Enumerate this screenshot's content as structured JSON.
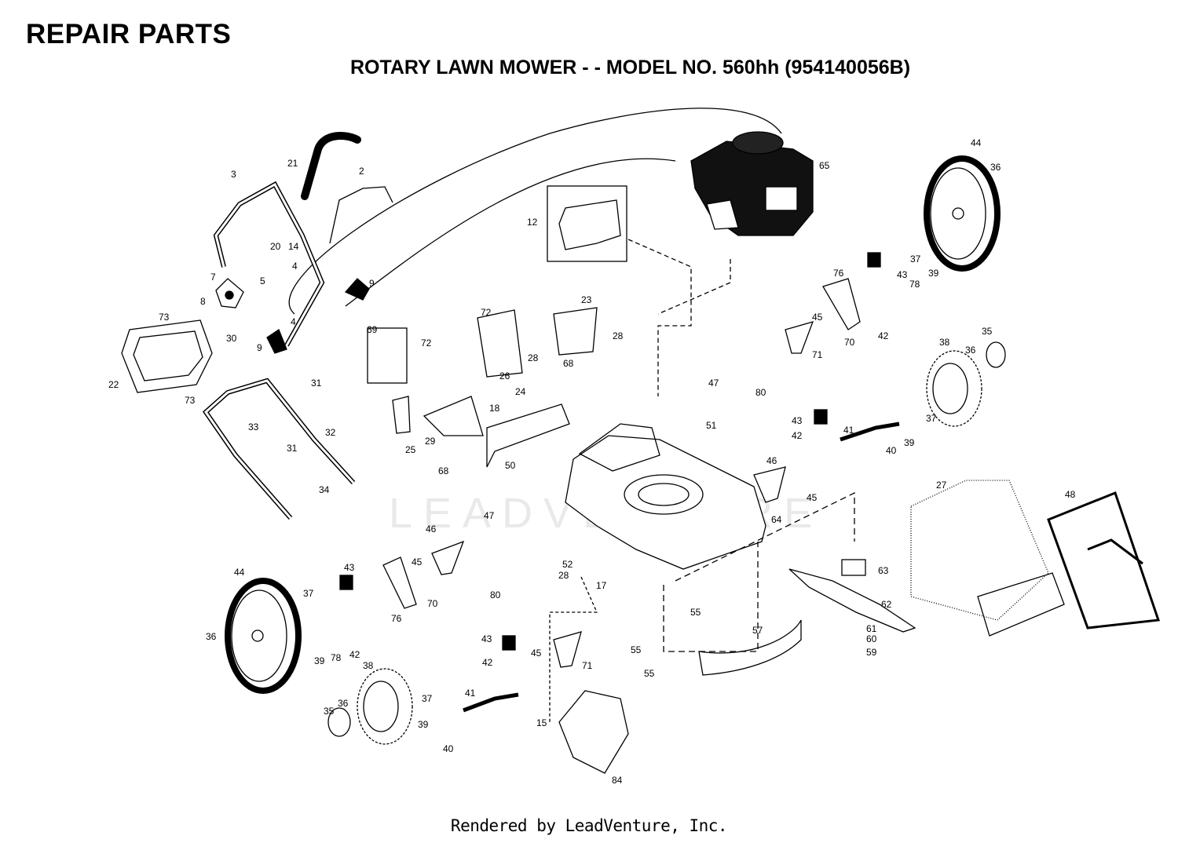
{
  "header": {
    "title": "REPAIR PARTS",
    "subtitle": "ROTARY LAWN MOWER - - MODEL NO. 560hh (954140056B)"
  },
  "watermark": "LEADVENTURE",
  "footer": "Rendered by LeadVenture, Inc.",
  "callouts": [
    {
      "id": "c21",
      "label": "21"
    },
    {
      "id": "c2",
      "label": "2"
    },
    {
      "id": "c3",
      "label": "3"
    },
    {
      "id": "c20",
      "label": "20"
    },
    {
      "id": "c14",
      "label": "14"
    },
    {
      "id": "c4a",
      "label": "4"
    },
    {
      "id": "c5",
      "label": "5"
    },
    {
      "id": "c4b",
      "label": "4"
    },
    {
      "id": "c9a",
      "label": "9"
    },
    {
      "id": "c7",
      "label": "7"
    },
    {
      "id": "c8",
      "label": "8"
    },
    {
      "id": "c30",
      "label": "30"
    },
    {
      "id": "c9b",
      "label": "9"
    },
    {
      "id": "c73a",
      "label": "73"
    },
    {
      "id": "c22",
      "label": "22"
    },
    {
      "id": "c73b",
      "label": "73"
    },
    {
      "id": "c31a",
      "label": "31"
    },
    {
      "id": "c33",
      "label": "33"
    },
    {
      "id": "c32",
      "label": "32"
    },
    {
      "id": "c31b",
      "label": "31"
    },
    {
      "id": "c34",
      "label": "34"
    },
    {
      "id": "c12",
      "label": "12"
    },
    {
      "id": "c65",
      "label": "65"
    },
    {
      "id": "c44a",
      "label": "44"
    },
    {
      "id": "c36a",
      "label": "36"
    },
    {
      "id": "c37a",
      "label": "37"
    },
    {
      "id": "c76a",
      "label": "76"
    },
    {
      "id": "c43a",
      "label": "43"
    },
    {
      "id": "c39a",
      "label": "39"
    },
    {
      "id": "c78a",
      "label": "78"
    },
    {
      "id": "c45a",
      "label": "45"
    },
    {
      "id": "c70a",
      "label": "70"
    },
    {
      "id": "c42a",
      "label": "42"
    },
    {
      "id": "c71a",
      "label": "71"
    },
    {
      "id": "c35a",
      "label": "35"
    },
    {
      "id": "c38a",
      "label": "38"
    },
    {
      "id": "c36b",
      "label": "36"
    },
    {
      "id": "c37b",
      "label": "37"
    },
    {
      "id": "c23",
      "label": "23"
    },
    {
      "id": "c72a",
      "label": "72"
    },
    {
      "id": "c72b",
      "label": "72"
    },
    {
      "id": "c28a",
      "label": "28"
    },
    {
      "id": "c28b",
      "label": "28"
    },
    {
      "id": "c69",
      "label": "69"
    },
    {
      "id": "c26",
      "label": "26"
    },
    {
      "id": "c68a",
      "label": "68"
    },
    {
      "id": "c47a",
      "label": "47"
    },
    {
      "id": "c80a",
      "label": "80"
    },
    {
      "id": "c51",
      "label": "51"
    },
    {
      "id": "c24",
      "label": "24"
    },
    {
      "id": "c18",
      "label": "18"
    },
    {
      "id": "c25",
      "label": "25"
    },
    {
      "id": "c29",
      "label": "29"
    },
    {
      "id": "c68b",
      "label": "68"
    },
    {
      "id": "c43b",
      "label": "43"
    },
    {
      "id": "c42b",
      "label": "42"
    },
    {
      "id": "c41a",
      "label": "41"
    },
    {
      "id": "c39b",
      "label": "39"
    },
    {
      "id": "c40a",
      "label": "40"
    },
    {
      "id": "c46a",
      "label": "46"
    },
    {
      "id": "c45b",
      "label": "45"
    },
    {
      "id": "c64",
      "label": "64"
    },
    {
      "id": "c50",
      "label": "50"
    },
    {
      "id": "c47b",
      "label": "47"
    },
    {
      "id": "c46b",
      "label": "46"
    },
    {
      "id": "c45c",
      "label": "45"
    },
    {
      "id": "c70b",
      "label": "70"
    },
    {
      "id": "c52",
      "label": "52"
    },
    {
      "id": "c28c",
      "label": "28"
    },
    {
      "id": "c17",
      "label": "17"
    },
    {
      "id": "c80b",
      "label": "80"
    },
    {
      "id": "c43c",
      "label": "43"
    },
    {
      "id": "c76b",
      "label": "76"
    },
    {
      "id": "c44b",
      "label": "44"
    },
    {
      "id": "c37c",
      "label": "37"
    },
    {
      "id": "c36c",
      "label": "36"
    },
    {
      "id": "c39c",
      "label": "39"
    },
    {
      "id": "c78b",
      "label": "78"
    },
    {
      "id": "c42c",
      "label": "42"
    },
    {
      "id": "c38b",
      "label": "38"
    },
    {
      "id": "c36d",
      "label": "36"
    },
    {
      "id": "c35b",
      "label": "35"
    },
    {
      "id": "c37d",
      "label": "37"
    },
    {
      "id": "c39d",
      "label": "39"
    },
    {
      "id": "c40b",
      "label": "40"
    },
    {
      "id": "c41b",
      "label": "41"
    },
    {
      "id": "c43d",
      "label": "43"
    },
    {
      "id": "c42d",
      "label": "42"
    },
    {
      "id": "c45d",
      "label": "45"
    },
    {
      "id": "c71b",
      "label": "71"
    },
    {
      "id": "c15",
      "label": "15"
    },
    {
      "id": "c84",
      "label": "84"
    },
    {
      "id": "c55a",
      "label": "55"
    },
    {
      "id": "c55b",
      "label": "55"
    },
    {
      "id": "c55c",
      "label": "55"
    },
    {
      "id": "c57",
      "label": "57"
    },
    {
      "id": "c63",
      "label": "63"
    },
    {
      "id": "c62",
      "label": "62"
    },
    {
      "id": "c61",
      "label": "61"
    },
    {
      "id": "c60",
      "label": "60"
    },
    {
      "id": "c59",
      "label": "59"
    },
    {
      "id": "c27",
      "label": "27"
    },
    {
      "id": "c48",
      "label": "48"
    }
  ]
}
